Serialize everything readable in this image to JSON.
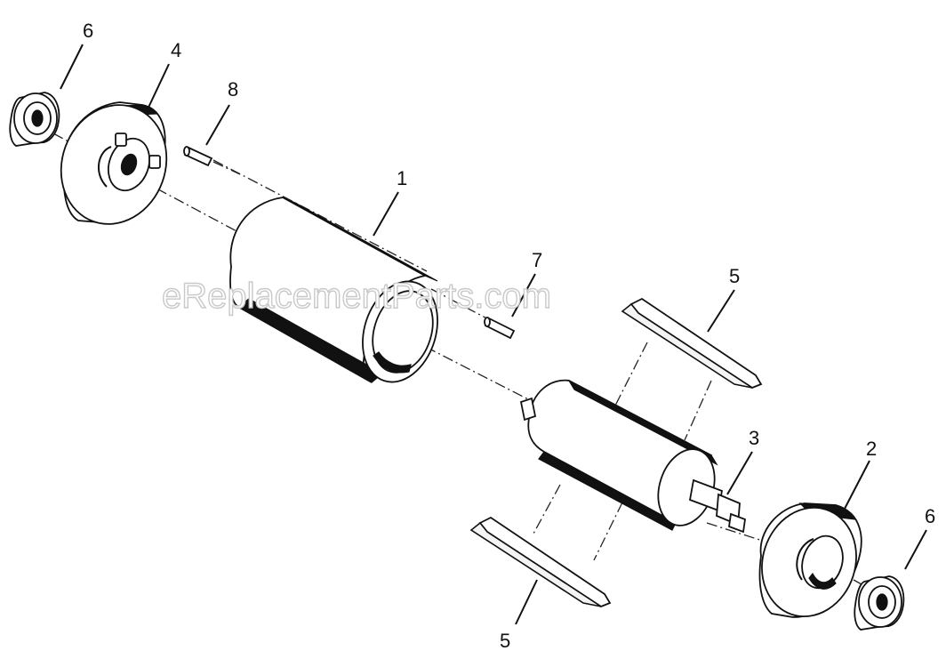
{
  "watermark": "eReplacementParts.com",
  "callouts": {
    "c1": "1",
    "c2": "2",
    "c3": "3",
    "c4": "4",
    "c5a": "5",
    "c5b": "5",
    "c6a": "6",
    "c6b": "6",
    "c7": "7",
    "c8": "8"
  }
}
